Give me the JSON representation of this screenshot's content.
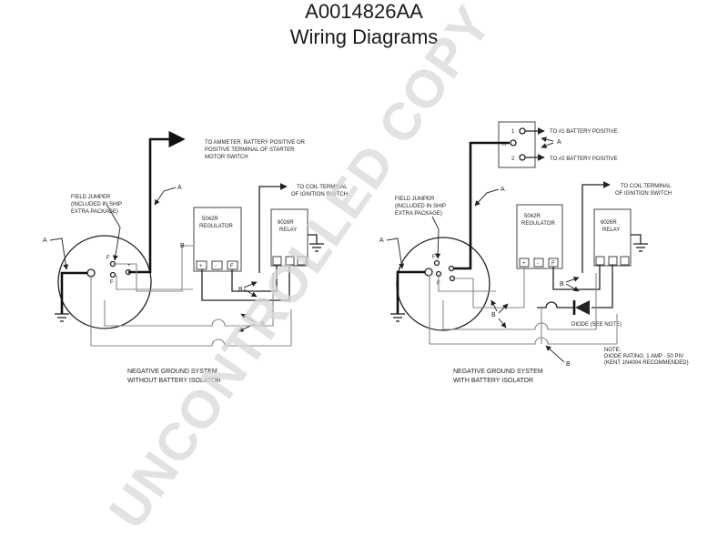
{
  "header": {
    "part_number": "A0014826AA",
    "title": "Wiring Diagrams"
  },
  "watermark": "UNCONTROLLED COPY",
  "left_diagram": {
    "ammeter_note": [
      "TO AMMETER, BATTERY POSITIVE OR",
      "POSITIVE TERMINAL OF STARTER",
      "MOTOR SWITCH"
    ],
    "field_jumper": [
      "FIELD JUMPER",
      "(INCLUDED IN SHIP",
      "EXTRA PACKAGE)"
    ],
    "regulator": [
      "5042R",
      "REGULATOR"
    ],
    "relay": [
      "6026R",
      "RELAY"
    ],
    "coil_note": [
      "TO COIL TERMINAL",
      "OF IGNITION SWITCH"
    ],
    "caption": [
      "NEGATIVE GROUND SYSTEM",
      "WITHOUT BATTERY ISOLATOR"
    ],
    "label_a": "A",
    "label_b": "B",
    "label_f": "F",
    "terminal_plus": "+",
    "terminal_minus": "-"
  },
  "right_diagram": {
    "isolator_terminals": [
      "1",
      "A",
      "2"
    ],
    "battery1": "TO #1 BATTERY POSITIVE",
    "battery2": "TO #2 BATTERY POSITIVE",
    "field_jumper": [
      "FIELD JUMPER",
      "(INCLUDED IN SHIP",
      "EXTRA PACKAGE)"
    ],
    "regulator": [
      "5042R",
      "REGULATOR"
    ],
    "relay": [
      "6026R",
      "RELAY"
    ],
    "coil_note": [
      "TO COIL TERMINAL",
      "OF IGNITION SWITCH"
    ],
    "diode": "DIODE (SEE NOTE)",
    "note": [
      "NOTE:",
      "DIODE RATING: 1 AMP - 50 PIV",
      "(KENT 1N4004 RECOMMENDED)"
    ],
    "caption": [
      "NEGATIVE GROUND SYSTEM",
      "WITH BATTERY ISOLATOR"
    ],
    "label_a": "A",
    "label_b": "B",
    "label_f": "F",
    "terminal_plus": "+",
    "terminal_minus": "-"
  }
}
